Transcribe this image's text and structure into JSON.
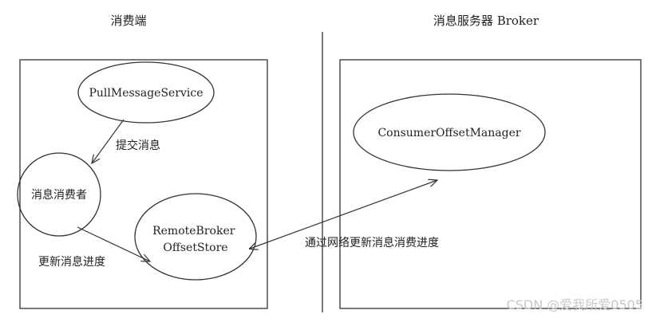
{
  "headers": {
    "consumer": "消费端",
    "broker": "消息服务器 Broker"
  },
  "nodes": {
    "pull_message_service": "PullMessageService",
    "message_consumer": "消息消费者",
    "remote_broker_offset_store": [
      "RemoteBroker",
      "OffsetStore"
    ],
    "consumer_offset_manager": "ConsumerOffsetManager"
  },
  "edges": {
    "submit_message": "提交消息",
    "update_progress": "更新消息进度",
    "network_update": "通过网络更新消息消费进度"
  },
  "watermark": "CSDN @爱我所爱0505"
}
